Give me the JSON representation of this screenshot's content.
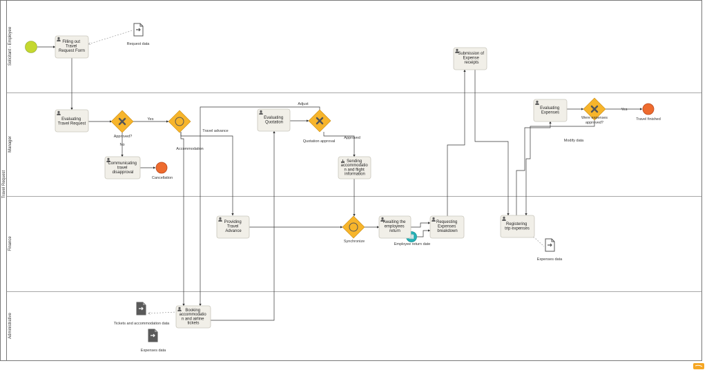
{
  "pool": {
    "label": "Travel Request",
    "lanes": [
      {
        "label": "Solicitant - Employee"
      },
      {
        "label": "Manager"
      },
      {
        "label": "Finance"
      },
      {
        "label": "Administrative"
      }
    ]
  },
  "tasks": {
    "filling": [
      "Filling out",
      "Travel",
      "Request Form"
    ],
    "evaluating_request": [
      "Evaluating",
      "Travel Request"
    ],
    "communicating": [
      "Communicating",
      "travel",
      "disapproval"
    ],
    "evaluating_quotation": [
      "Evaluating",
      "Quotation"
    ],
    "sending": [
      "Sending",
      "accommodatio",
      "n and flight",
      "information"
    ],
    "submission": [
      "Submission of",
      "Expense",
      "receipts"
    ],
    "evaluating_expenses": [
      "Evaluating",
      "Expenses"
    ],
    "providing": [
      "Providing",
      "Travel",
      "Advance"
    ],
    "awaiting": [
      "Awaiting the",
      "employees",
      "return"
    ],
    "requesting": [
      "Requesting",
      "Expenses",
      "breakdown"
    ],
    "registering": [
      "Registering",
      "trip expenses"
    ],
    "booking": [
      "Booking",
      "accommodatio",
      "n and airline",
      "tickets"
    ]
  },
  "gateways": {
    "approved": "Approved?",
    "quotation_approval": "Quotation approval",
    "expenses_approved": [
      "Were expenses",
      "approved?"
    ],
    "synchronize": "Synchronize"
  },
  "events": {
    "cancellation": "Cancellation",
    "travel_finished": "Travel finished",
    "employee_return_date": "Employee return date"
  },
  "data_objects": {
    "request_data": "Request data",
    "expenses_data_finance": "Expenses data",
    "tickets_accommodation_data": "Tickets and accommodation data",
    "expenses_data_admin": "Expenses data"
  },
  "flow_labels": {
    "yes_approved": "Yes",
    "no": "No",
    "accommodation": "Accommodation",
    "travel_advance": "Travel advance",
    "adjust": "Adjust",
    "approved": "Approved",
    "yes_expenses": "Yes",
    "modify_data": "Modify data"
  },
  "colors": {
    "start_event": "#c5d82f",
    "end_event": "#ee6b2e",
    "gateway_fill": "#f7b52b",
    "timer_event": "#25b3b8",
    "task_fill": "#f1efe8",
    "task_stroke": "#c9c6bc",
    "lane_stroke": "#8a8a8a",
    "logo": "#f5a623"
  },
  "icons": {
    "user_task": "user-icon",
    "manual_task": "hand-icon",
    "data_object": "document-arrow-icon",
    "exclusive_gateway": "x-mark-icon",
    "event_gateway": "circle-icon",
    "timer": "calendar-icon"
  }
}
